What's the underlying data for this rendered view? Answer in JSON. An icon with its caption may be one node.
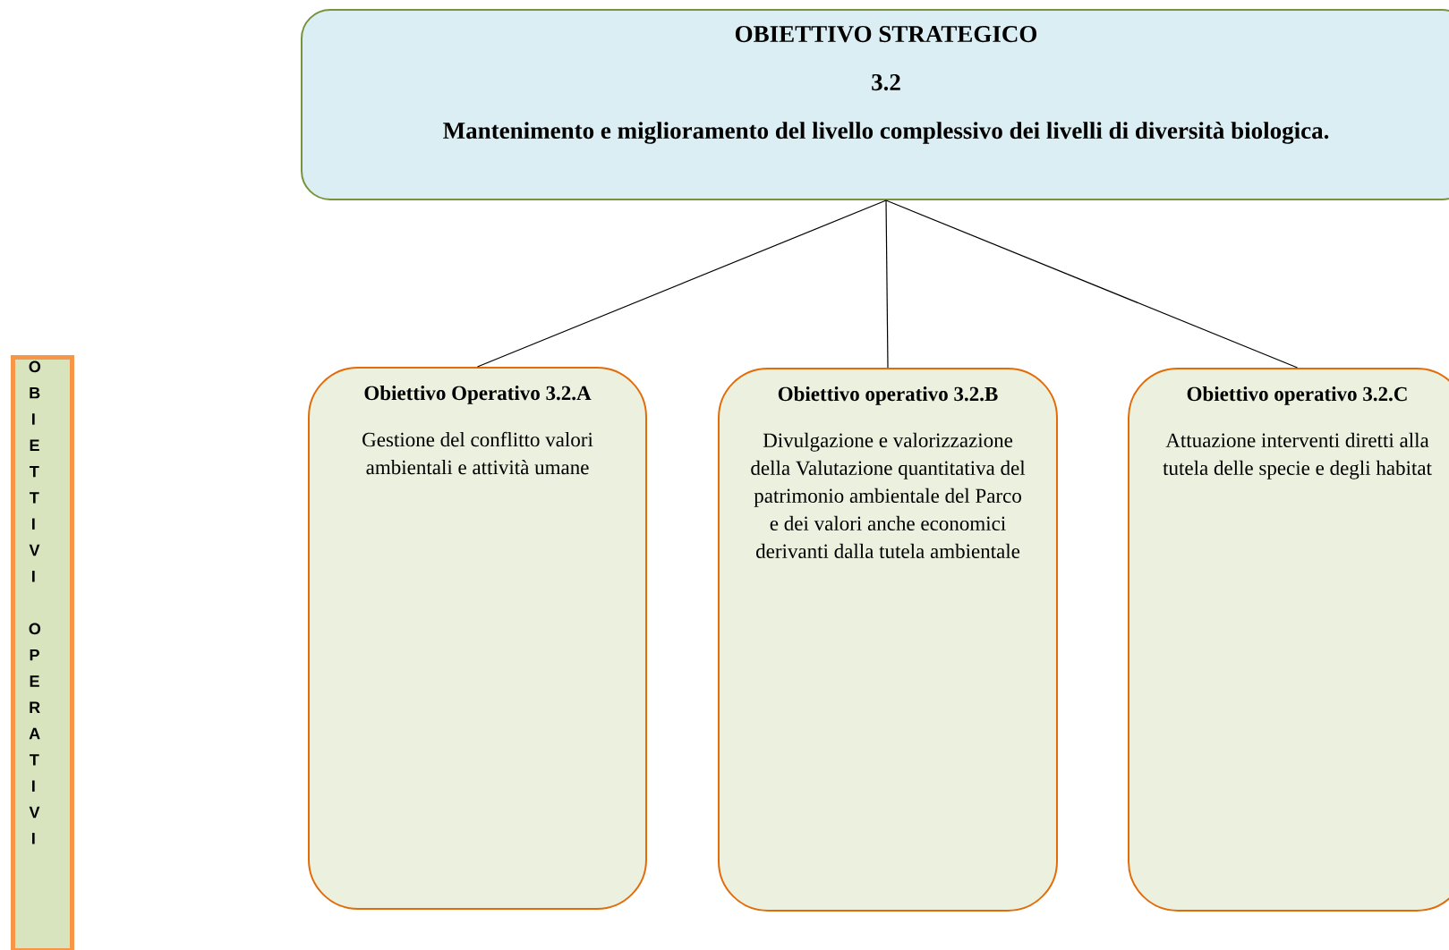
{
  "diagram": {
    "nodes": [
      {
        "text": [
          "OBIETTIVO STRATEGICO",
          "3.2",
          "Mantenimento e miglioramento del livello complessivo dei livelli di diversità biologica."
        ]
      },
      {
        "text": [
          "Obiettivo Operativo 3.2.A",
          "Gestione del conflitto valori ambientali e attività umane"
        ]
      },
      {
        "text": [
          "Obiettivo operativo 3.2.B",
          "Divulgazione e valorizzazione della Valutazione quantitativa del patrimonio ambientale del Parco e dei valori anche economici derivanti dalla tutela ambientale"
        ]
      },
      {
        "text": [
          "Obiettivo operativo 3.2.C",
          "Attuazione interventi diretti alla tutela delle specie e degli habitat"
        ]
      },
      {
        "text": [
          "OBIETTIVI OPERATIVI"
        ]
      }
    ],
    "edges": [
      {
        "from": 0,
        "to": 1,
        "arrow": "none"
      },
      {
        "from": 0,
        "to": 2,
        "arrow": "none"
      },
      {
        "from": 0,
        "to": 3,
        "arrow": "none"
      }
    ]
  }
}
